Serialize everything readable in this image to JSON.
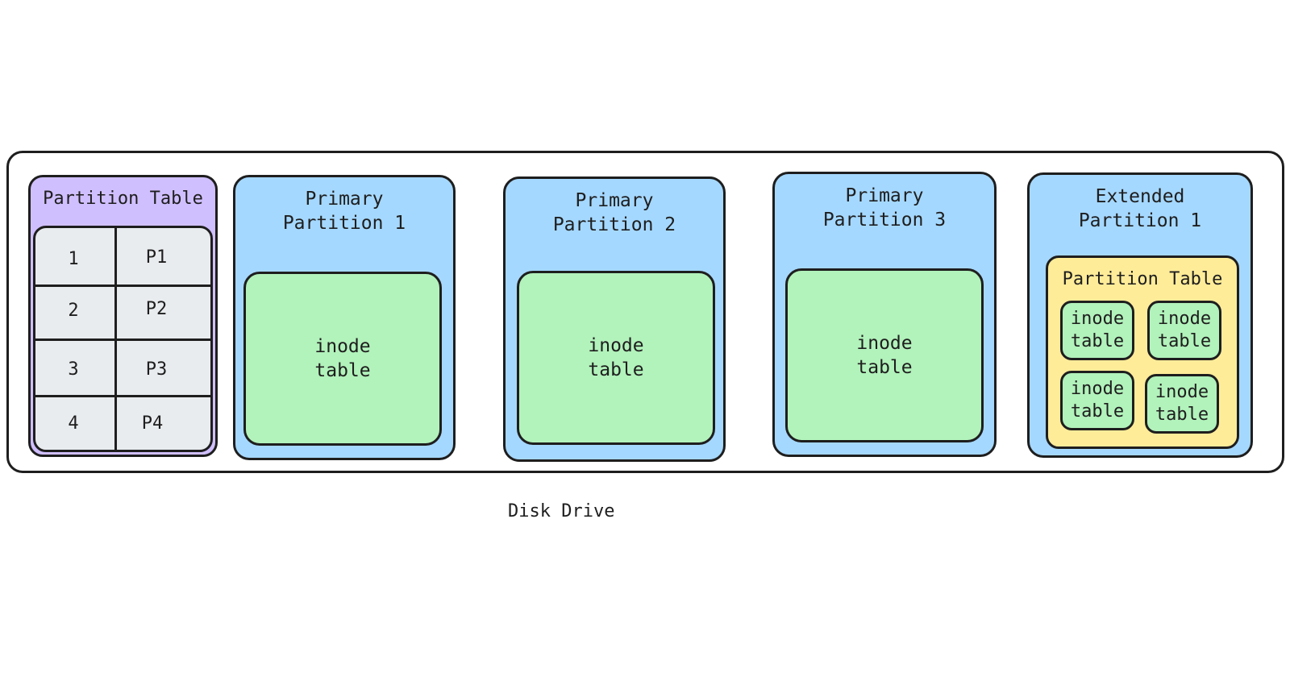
{
  "diagram": {
    "caption": "Disk Drive",
    "partition_table": {
      "title": "Partition Table",
      "rows": [
        {
          "num": "1",
          "label": "P1"
        },
        {
          "num": "2",
          "label": "P2"
        },
        {
          "num": "3",
          "label": "P3"
        },
        {
          "num": "4",
          "label": "P4"
        }
      ]
    },
    "partitions": [
      {
        "title_line1": "Primary",
        "title_line2": "Partition 1",
        "inode_line1": "inode",
        "inode_line2": "table"
      },
      {
        "title_line1": "Primary",
        "title_line2": "Partition 2",
        "inode_line1": "inode",
        "inode_line2": "table"
      },
      {
        "title_line1": "Primary",
        "title_line2": "Partition 3",
        "inode_line1": "inode",
        "inode_line2": "table"
      }
    ],
    "extended": {
      "title_line1": "Extended",
      "title_line2": "Partition 1",
      "table_title": "Partition Table",
      "inodes": [
        {
          "line1": "inode",
          "line2": "table"
        },
        {
          "line1": "inode",
          "line2": "table"
        },
        {
          "line1": "inode",
          "line2": "table"
        },
        {
          "line1": "inode",
          "line2": "table"
        }
      ]
    },
    "colors": {
      "partition_table": "#d0bfff",
      "partition": "#a5d8ff",
      "inode_table": "#b2f2bb",
      "extended_table": "#ffec99",
      "grid": "#e9ecef"
    }
  }
}
